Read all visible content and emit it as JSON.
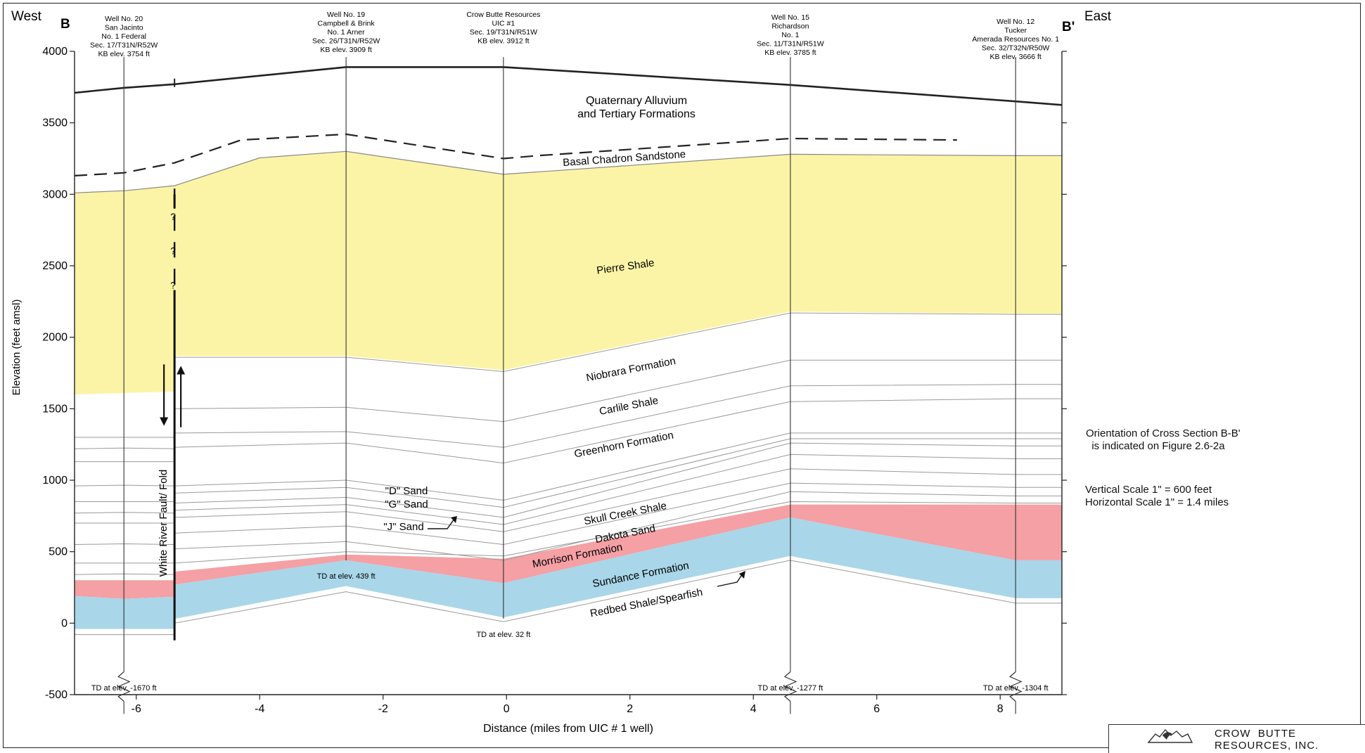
{
  "figure": {
    "west_label": "West",
    "east_label": "East",
    "b_label": "B",
    "b_prime_label": "B'",
    "x_axis_label": "Distance (miles from UIC # 1 well)",
    "y_axis_label": "Elevation (feet amsl)",
    "x_ticks": [
      -6,
      -4,
      -2,
      0,
      2,
      4,
      6,
      8
    ],
    "y_ticks": [
      4000,
      3500,
      3000,
      2500,
      2000,
      1500,
      1000,
      500,
      0,
      -500
    ],
    "x_range": [
      -7,
      9
    ],
    "y_range": [
      -500,
      4000
    ]
  },
  "wells": [
    {
      "x": -6.2,
      "header": [
        "Well No. 20",
        "San Jacinto",
        "No. 1 Federal",
        "Sec. 17/T31N/R52W",
        "KB elev. 3754 ft"
      ],
      "td_label": "TD at elev. -1670 ft",
      "td_elev": -1670
    },
    {
      "x": -2.6,
      "header": [
        "Well No. 19",
        "Campbell & Brink",
        "No. 1 Arner",
        "Sec. 26/T31N/R52W",
        "KB elev. 3909 ft"
      ],
      "td_label": "TD at  elev. 439 ft",
      "td_elev": 439
    },
    {
      "x": -0.05,
      "header": [
        "Crow Butte Resources",
        "UIC #1",
        "Sec. 19/T31N/R51W",
        "KB elev. 3912 ft"
      ],
      "td_label": "TD at  elev. 32 ft",
      "td_elev": 32
    },
    {
      "x": 4.6,
      "header": [
        "Well No. 15",
        "Richardson",
        "No. 1",
        "Sec. 11/T31N/R51W",
        "KB elev. 3785 ft"
      ],
      "td_label": "TD at elev. -1277 ft",
      "td_elev": -1277
    },
    {
      "x": 8.25,
      "header": [
        "Well No. 12",
        "Tucker",
        "Amerada Resources No. 1",
        "Sec. 32/T32N/R50W",
        "KB elev. 3666 ft"
      ],
      "td_label": "TD at elev. -1304 ft",
      "td_elev": -1304
    }
  ],
  "units": {
    "quaternary": "Quaternary Alluvium\nand Tertiary Formations",
    "chadron": "Basal Chadron Sandstone",
    "pierre": "Pierre Shale",
    "niobrara": "Niobrara Formation",
    "carlile": "Carlile Shale",
    "greenhorn": "Greenhorn Formation",
    "d_sand": "\"D\" Sand",
    "g_sand": "\"G\" Sand",
    "j_sand": "\"J\" Sand",
    "skull_creek": "Skull Creek Shale",
    "dakota": "Dakota Sand",
    "morrison": "Morrison Formation",
    "sundance": "Sundance Formation",
    "redbed": "Redbed Shale/Spearfish"
  },
  "fault": {
    "label": "White River Fault/ Fold",
    "query_marks": [
      "?",
      "?",
      "?"
    ]
  },
  "colors": {
    "pierre": "#fbf4a6",
    "morrison": "#f4a0a4",
    "sundance": "#a9d6e9",
    "line": "#222222",
    "thin": "#9a9a9a"
  },
  "notes": {
    "orientation_1": "Orientation of Cross Section B-B'",
    "orientation_2": "  is indicated on Figure 2.6-2a",
    "vscale": "Vertical Scale 1\" = 600 feet",
    "hscale": "Horizontal Scale 1\" = 1.4 miles"
  },
  "logo": {
    "line1": "CROW  BUTTE",
    "line2": "RESOURCES, INC."
  }
}
